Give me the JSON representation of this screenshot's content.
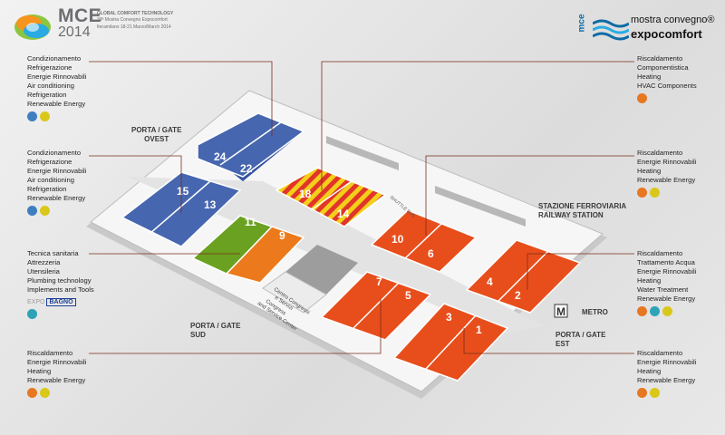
{
  "header": {
    "logo_word": "MCE",
    "logo_year": "2014",
    "line1": "GLOBAL COMFORT TECHNOLOGY",
    "line2": "39ª Mostra Convegno Expocomfort",
    "line3": "fieramilano 18-21 Marzo/March 2014",
    "brand_top": "mostra convegno®",
    "brand_bottom": "expocomfort",
    "brand_side": "mce"
  },
  "blocks": {
    "top_left": [
      "Condizionamento",
      "Refrigerazione",
      "Energie Rinnovabili",
      "Air conditioning",
      "Refrigeration",
      "Renewable Energy"
    ],
    "mid_left": [
      "Condizionamento",
      "Refrigerazione",
      "Energie Rinnovabili",
      "Air conditioning",
      "Refrigeration",
      "Renewable Energy"
    ],
    "low_left": [
      "Tecnica sanitaria",
      "Attrezzeria",
      "Utensileria",
      "Plumbing technology",
      "Implements and Tools"
    ],
    "bottom_left": [
      "Riscaldamento",
      "Energie Rinnovabili",
      "Heating",
      "Renewable Energy"
    ],
    "top_right": [
      "Riscaldamento",
      "Componentistica",
      "Heating",
      "HVAC Components"
    ],
    "mid_right": [
      "Riscaldamento",
      "Energie Rinnovabili",
      "Heating",
      "Renewable Energy"
    ],
    "low_right": [
      "Riscaldamento",
      "Trattamento Acqua",
      "Energie Rinnovabili",
      "Heating",
      "Water Treatment",
      "Renewable Energy"
    ],
    "bottom_right": [
      "Riscaldamento",
      "Energie Rinnovabili",
      "Heating",
      "Renewable Energy"
    ]
  },
  "expobagno": {
    "prefix": "EXPO",
    "name": "BAGNO"
  },
  "gates": {
    "ovest": [
      "PORTA / GATE",
      "OVEST"
    ],
    "sud": [
      "PORTA / GATE",
      "SUD"
    ],
    "est": [
      "PORTA / GATE",
      "EST"
    ],
    "station": [
      "STAZIONE FERROVIARIA",
      "RAILWAY STATION"
    ],
    "metro": "METRO",
    "metro_letter": "M"
  },
  "center": {
    "lines": [
      "Centro Congressi",
      "e Servizi",
      "Congress",
      "and Service Center"
    ]
  },
  "shuttle": "SHUTTLE BUS",
  "halls": [
    "24",
    "22",
    "15",
    "13",
    "18",
    "14",
    "11",
    "9",
    "10",
    "6",
    "7",
    "5",
    "4",
    "2",
    "3",
    "1"
  ],
  "colors": {
    "blue": "#4666b0",
    "red_orange": "#e84e1b",
    "green": "#6aa121",
    "orange": "#ec7a1c",
    "yellow": "#f2cf1a",
    "red_stripe": "#e2342b"
  }
}
